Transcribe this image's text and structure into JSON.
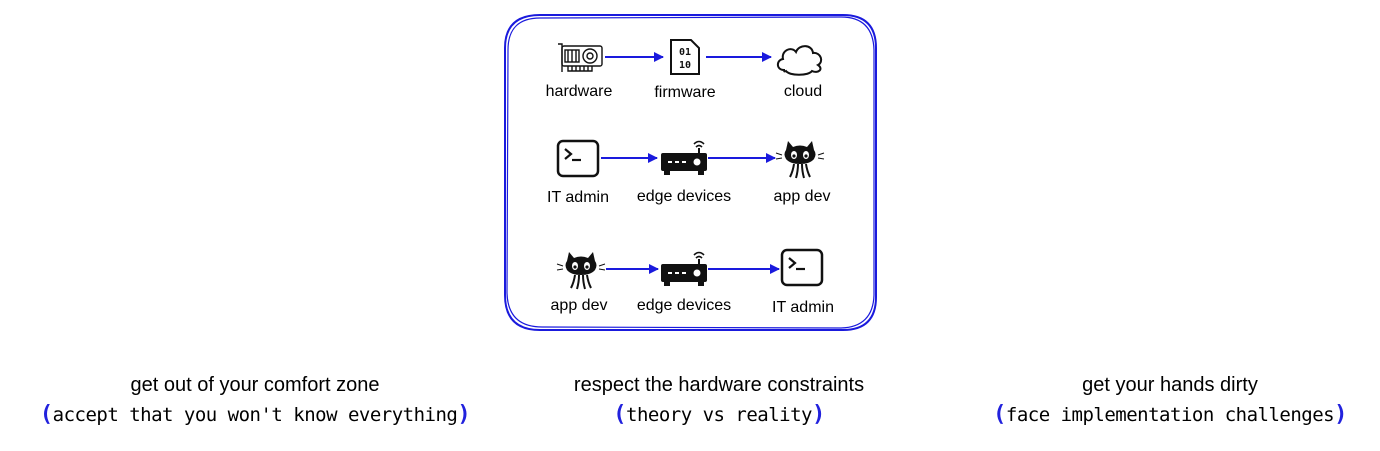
{
  "rows": [
    {
      "nodes": [
        {
          "label": "hardware",
          "icon": "gpu-card-icon"
        },
        {
          "label": "firmware",
          "icon": "binary-file-icon"
        },
        {
          "label": "cloud",
          "icon": "cloud-icon"
        }
      ]
    },
    {
      "nodes": [
        {
          "label": "IT admin",
          "icon": "terminal-icon"
        },
        {
          "label": "edge devices",
          "icon": "router-icon"
        },
        {
          "label": "app dev",
          "icon": "github-octocat-icon"
        }
      ]
    },
    {
      "nodes": [
        {
          "label": "app dev",
          "icon": "github-octocat-icon"
        },
        {
          "label": "edge devices",
          "icon": "router-icon"
        },
        {
          "label": "IT admin",
          "icon": "terminal-icon"
        }
      ]
    }
  ],
  "captions": [
    {
      "main": "get out of your comfort zone",
      "open": "(",
      "sub": "accept that you won't know everything",
      "close": ")"
    },
    {
      "main": "respect the hardware constraints",
      "open": "(",
      "sub": "theory vs reality",
      "close": ")"
    },
    {
      "main": "get your hands dirty",
      "open": "(",
      "sub": "face implementation challenges",
      "close": ")"
    }
  ],
  "colors": {
    "accent": "#2222dd",
    "text": "#000000",
    "background": "#ffffff"
  }
}
